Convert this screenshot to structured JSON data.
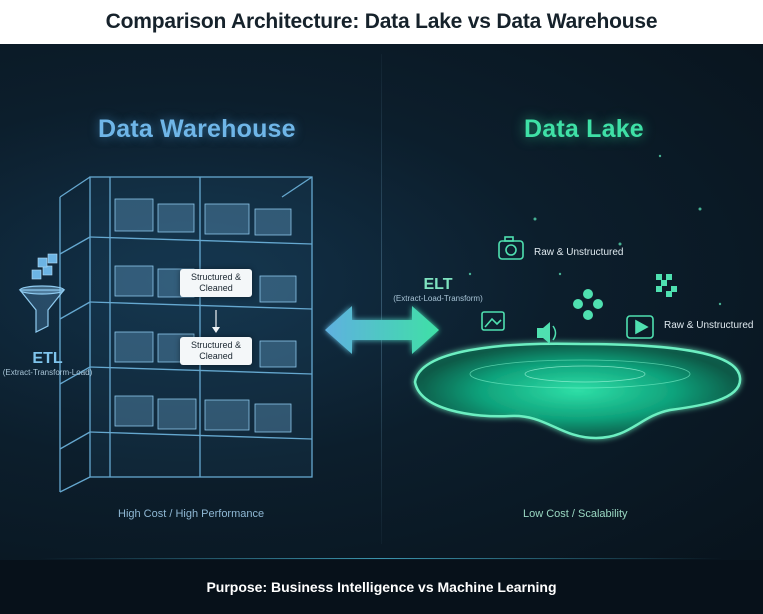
{
  "title": "Comparison Architecture: Data Lake vs Data Warehouse",
  "warehouse": {
    "title": "Data Warehouse",
    "callout_1": "Structured & Cleaned",
    "callout_2": "Structured & Cleaned",
    "process": "ETL",
    "process_full": "(Extract-Transform-Load)",
    "footnote": "High Cost / High Performance",
    "accent": "#6fb6e8"
  },
  "lake": {
    "title": "Data Lake",
    "process": "ELT",
    "process_full": "(Extract-Load-Transform)",
    "item_1": "Raw & Unstructured",
    "item_2": "Raw & Unstructured",
    "footnote": "Low Cost / Scalability",
    "accent": "#3fe0a6",
    "icons": [
      "camera-icon",
      "image-icon",
      "audio-icon",
      "network-icon",
      "qr-code-icon",
      "video-play-icon"
    ]
  },
  "center_icon": "double-arrow-icon",
  "footer": "Purpose: Business Intelligence vs Machine Learning"
}
